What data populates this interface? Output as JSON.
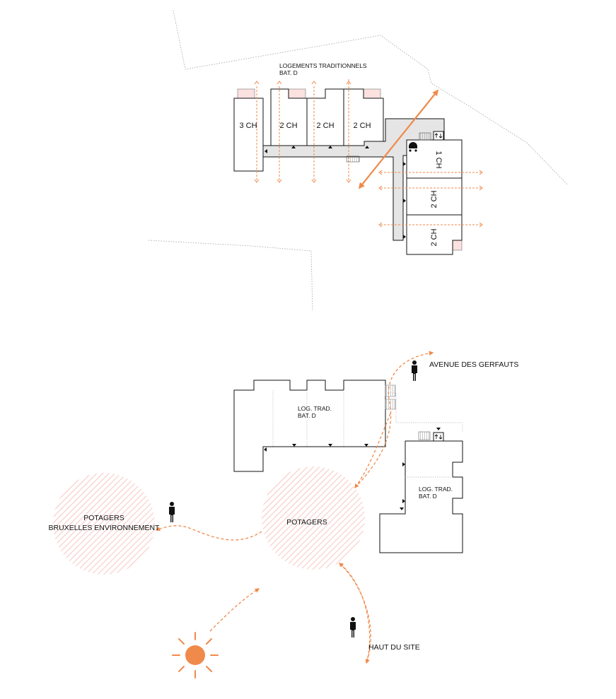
{
  "top_plan": {
    "building_title": "LOGEMENTS TRADITIONNELS",
    "building_subtitle": "BAT. D",
    "units": [
      {
        "label": "3 CH"
      },
      {
        "label": "2 CH"
      },
      {
        "label": "2 CH"
      },
      {
        "label": "2 CH"
      },
      {
        "label": "1 CH"
      },
      {
        "label": "2 CH"
      },
      {
        "label": "2 CH"
      }
    ]
  },
  "site_plan": {
    "building_north_line1": "LOG. TRAD.",
    "building_north_line2": "BAT. D",
    "building_east_line1": "LOG. TRAD.",
    "building_east_line2": "BAT. D",
    "garden_left_line1": "POTAGERS",
    "garden_left_line2": "BRUXELLES ENVIRONNEMENT",
    "garden_center": "POTAGERS",
    "dest_avenue": "AVENUE DES GERFAUTS",
    "dest_haut": "HAUT DU SITE"
  },
  "colors": {
    "accent": "#f08a4b",
    "hatch": "#f6b8b0",
    "corridor": "#e5e5e5",
    "line": "#111111",
    "sun": "#f08a4b"
  },
  "icons": [
    "pedestrian-icon",
    "sun-icon",
    "stroller-icon",
    "elevator-icon",
    "stair-icon"
  ]
}
